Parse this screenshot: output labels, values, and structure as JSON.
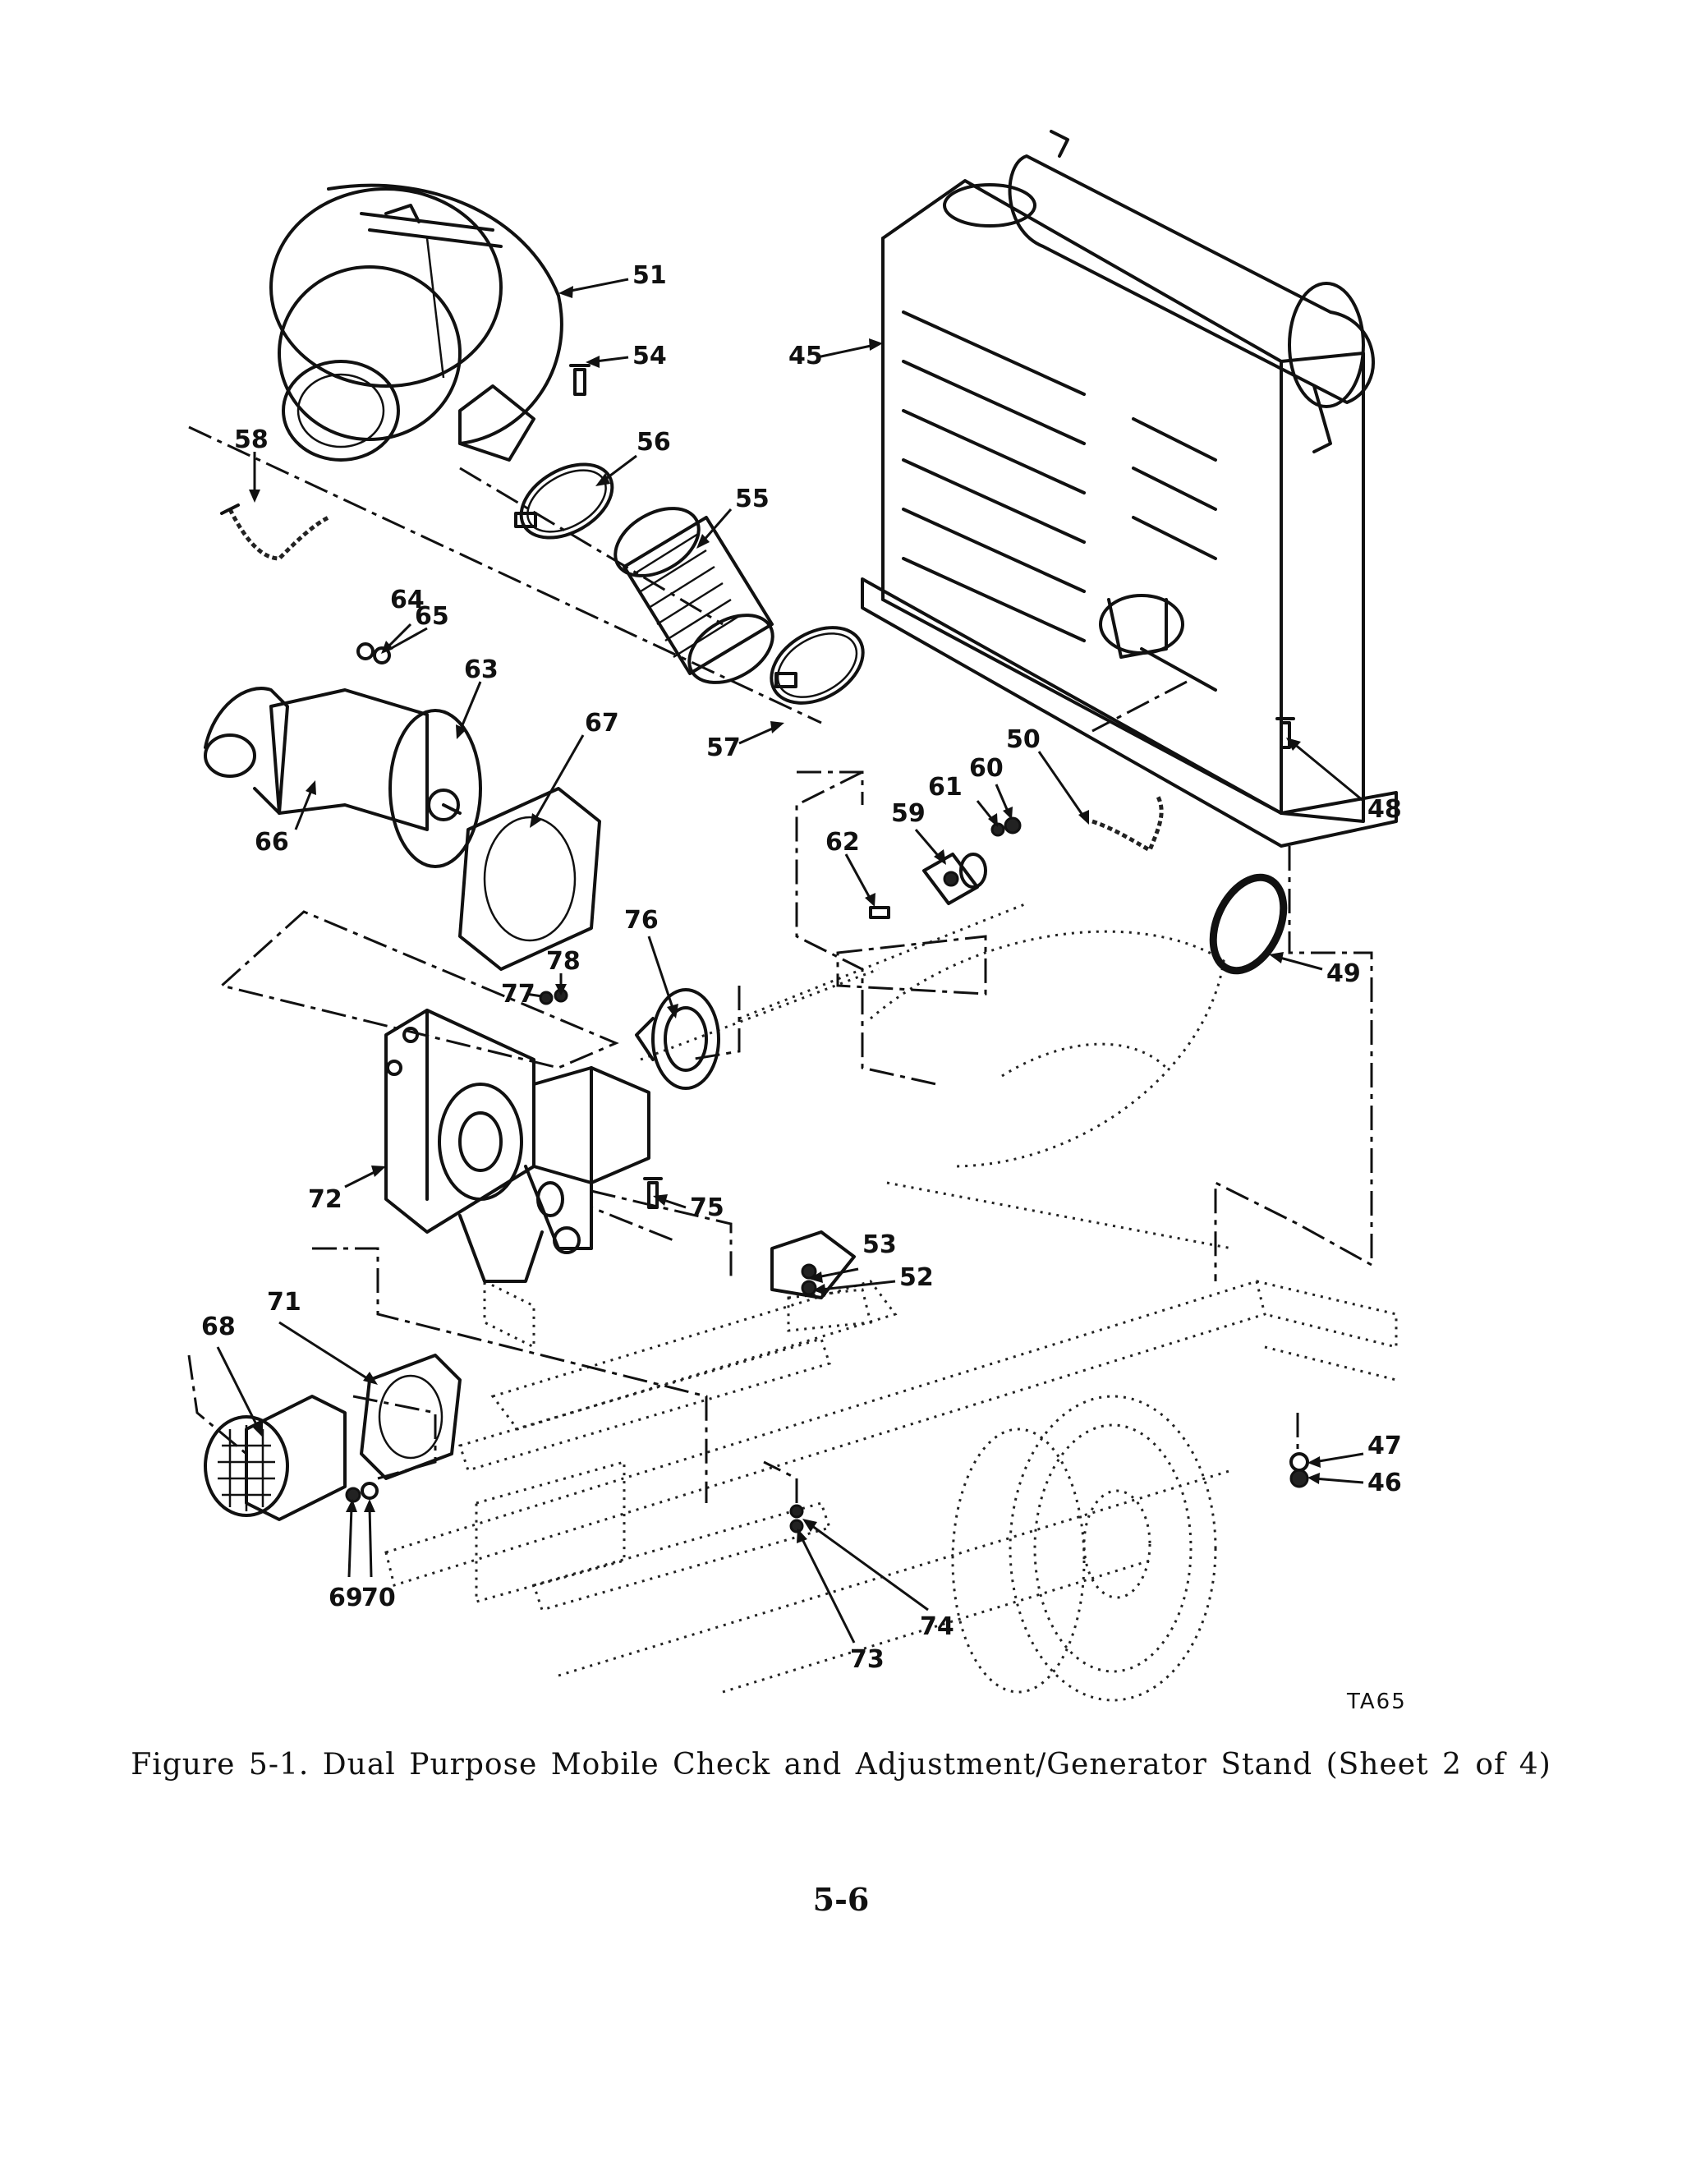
{
  "diagram": {
    "callouts": [
      "45",
      "46",
      "47",
      "48",
      "49",
      "50",
      "51",
      "52",
      "53",
      "54",
      "55",
      "56",
      "57",
      "58",
      "59",
      "60",
      "61",
      "62",
      "63",
      "64",
      "65",
      "66",
      "67",
      "68",
      "69",
      "70",
      "71",
      "72",
      "73",
      "74",
      "75",
      "76",
      "77",
      "78"
    ],
    "drawing_number": "TA65"
  },
  "caption": "Figure  5-1.  Dual Purpose Mobile Check and Adjustment/Generator Stand (Sheet 2 of 4)",
  "page_number": "5-6"
}
